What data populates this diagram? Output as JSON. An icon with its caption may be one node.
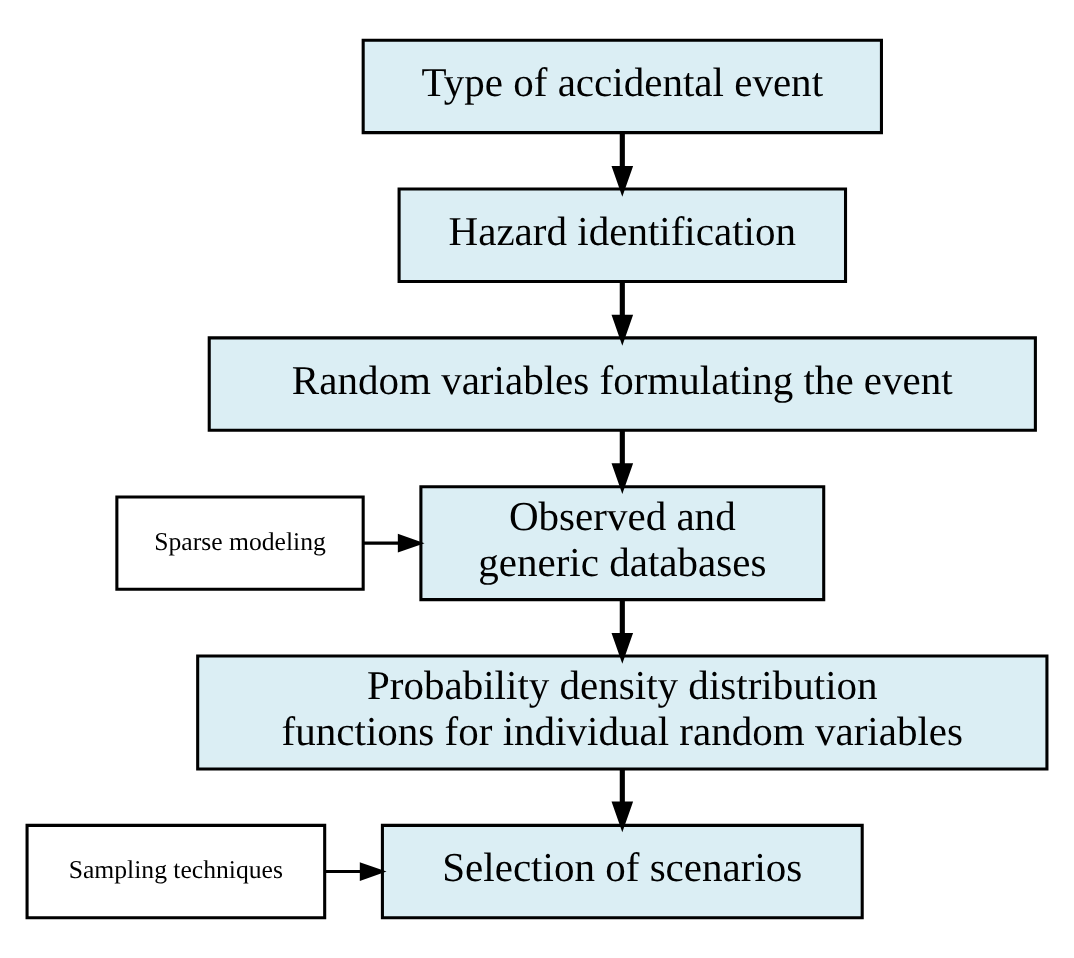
{
  "diagram": {
    "nodes": [
      {
        "text": [
          "Type of accidental event"
        ]
      },
      {
        "text": [
          "Hazard identification"
        ]
      },
      {
        "text": [
          "Random variables formulating the event"
        ]
      },
      {
        "text": [
          "Sparse modeling"
        ]
      },
      {
        "text": [
          "Observed and generic databases"
        ]
      },
      {
        "text": [
          "Probability density distribution functions for individual random variables"
        ]
      },
      {
        "text": [
          "Sampling techniques"
        ]
      },
      {
        "text": [
          "Selection of scenarios"
        ]
      }
    ],
    "edges": [
      {
        "from": 0,
        "to": 1,
        "arrow": "to"
      },
      {
        "from": 1,
        "to": 2,
        "arrow": "to"
      },
      {
        "from": 2,
        "to": 4,
        "arrow": "to"
      },
      {
        "from": 3,
        "to": 4,
        "arrow": "to"
      },
      {
        "from": 4,
        "to": 5,
        "arrow": "to"
      },
      {
        "from": 5,
        "to": 7,
        "arrow": "to"
      },
      {
        "from": 6,
        "to": 7,
        "arrow": "to"
      }
    ]
  }
}
